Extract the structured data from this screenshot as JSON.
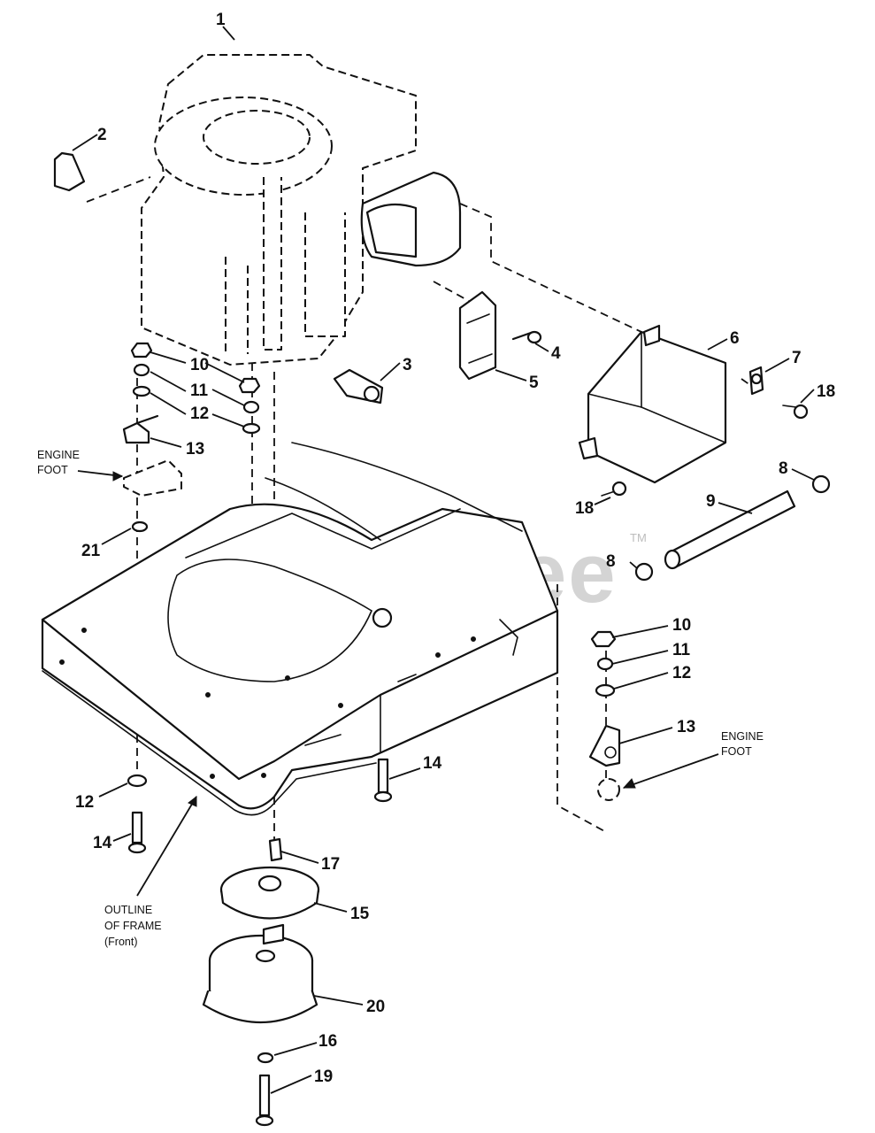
{
  "watermark": {
    "text": "PartsTree",
    "trademark": "TM"
  },
  "callouts": {
    "c1": "1",
    "c2": "2",
    "c3": "3",
    "c4": "4",
    "c5": "5",
    "c6": "6",
    "c7": "7",
    "c8a": "8",
    "c8b": "8",
    "c9": "9",
    "c10a": "10",
    "c11a": "11",
    "c12a": "12",
    "c13a": "13",
    "c10b": "10",
    "c11b": "11",
    "c12b": "12",
    "c13b": "13",
    "c12c": "12",
    "c14a": "14",
    "c14b": "14",
    "c15": "15",
    "c16": "16",
    "c17": "17",
    "c18a": "18",
    "c18b": "18",
    "c19": "19",
    "c20": "20",
    "c21": "21"
  },
  "notes": {
    "engine_foot_left": [
      "ENGINE",
      "FOOT"
    ],
    "engine_foot_right": [
      "ENGINE",
      "FOOT"
    ],
    "outline_frame": [
      "OUTLINE",
      "OF FRAME",
      "(Front)"
    ]
  }
}
